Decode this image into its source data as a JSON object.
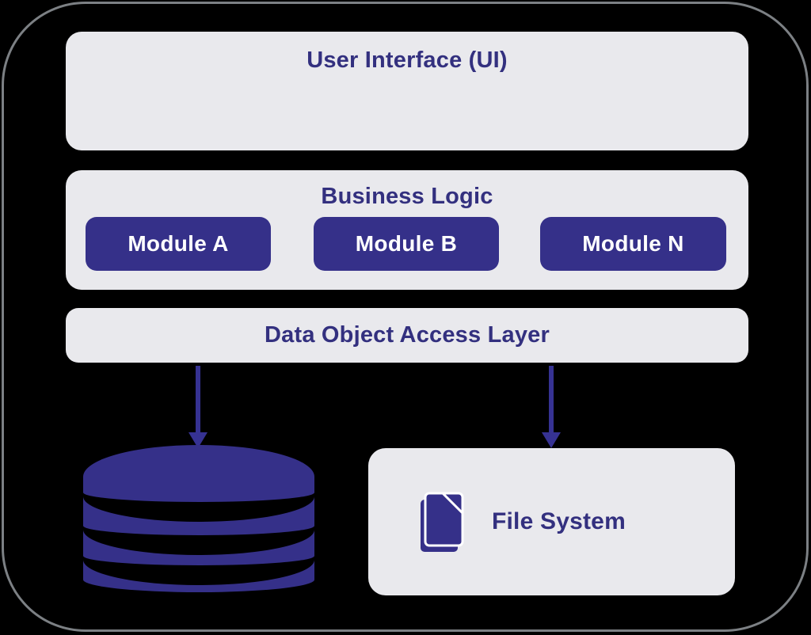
{
  "diagram": {
    "layers": {
      "ui": {
        "label": "User Interface (UI)"
      },
      "business_logic": {
        "label": "Business Logic",
        "modules": [
          {
            "label": "Module A"
          },
          {
            "label": "Module B"
          },
          {
            "label": "Module N"
          }
        ]
      },
      "data_access": {
        "label": "Data Object Access Layer"
      },
      "storage": {
        "database": {
          "icon": "database-icon"
        },
        "file_system": {
          "label": "File System",
          "icon": "file-icon"
        }
      }
    },
    "colors": {
      "background": "#000000",
      "box_bg": "#e9e9ed",
      "indigo_fill": "#353089",
      "text_indigo": "#33307f",
      "arrow": "#363293",
      "frame_border": "#7c8084",
      "module_text": "#ffffff"
    }
  }
}
